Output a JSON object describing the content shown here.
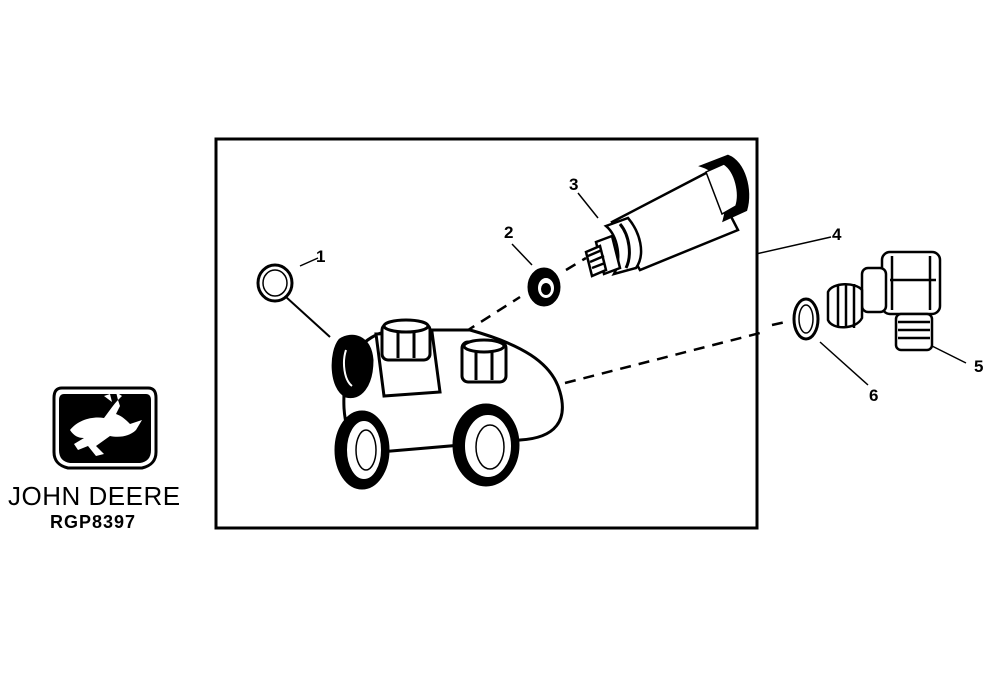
{
  "callouts": {
    "c1": "1",
    "c2": "2",
    "c3": "3",
    "c4": "4",
    "c5": "5",
    "c6": "6"
  },
  "logo": {
    "brand_name": "JOHN DEERE",
    "part_code": "RGP8397"
  }
}
